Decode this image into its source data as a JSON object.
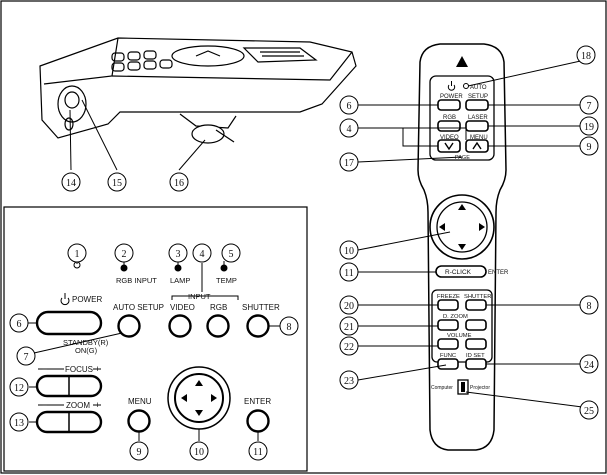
{
  "callouts": {
    "n1": "1",
    "n2": "2",
    "n3": "3",
    "n4": "4",
    "n5": "5",
    "n6": "6",
    "n7": "7",
    "n8": "8",
    "n9": "9",
    "n10": "10",
    "n11": "11",
    "n12": "12",
    "n13": "13",
    "n14": "14",
    "n15": "15",
    "n16": "16",
    "n17": "17",
    "n18": "18",
    "n19": "19",
    "n20": "20",
    "n21": "21",
    "n22": "22",
    "n23": "23",
    "n24": "24",
    "n25": "25"
  },
  "panel": {
    "rgb_input": "RGB INPUT",
    "lamp": "LAMP",
    "temp": "TEMP",
    "input": "INPUT",
    "power": "POWER",
    "standby": "STANDBY(R)",
    "on": "ON(G)",
    "auto_setup": "AUTO SETUP",
    "video": "VIDEO",
    "rgb": "RGB",
    "shutter": "SHUTTER",
    "focus": "FOCUS",
    "zoom": "ZOOM",
    "minus": "−",
    "plus": "+",
    "menu": "MENU",
    "enter": "ENTER"
  },
  "remote": {
    "power": "POWER",
    "auto": "AUTO",
    "setup": "SETUP",
    "rgb": "RGB",
    "laser": "LASER",
    "video": "VIDEO",
    "menu": "MENU",
    "page": "PAGE",
    "r_click": "R-CLICK",
    "enter": "ENTER",
    "freeze": "FREEZE",
    "shutter": "SHUTTER",
    "d_zoom": "D. ZOOM",
    "volume": "VOLUME",
    "func": "FUNC",
    "id_set": "ID SET",
    "computer": "Computer",
    "projector": "Projector"
  },
  "icons": [
    "power-icon",
    "arrow-up-icon",
    "arrow-down-icon",
    "arrow-left-icon",
    "arrow-right-icon",
    "laser-warning-icon"
  ]
}
